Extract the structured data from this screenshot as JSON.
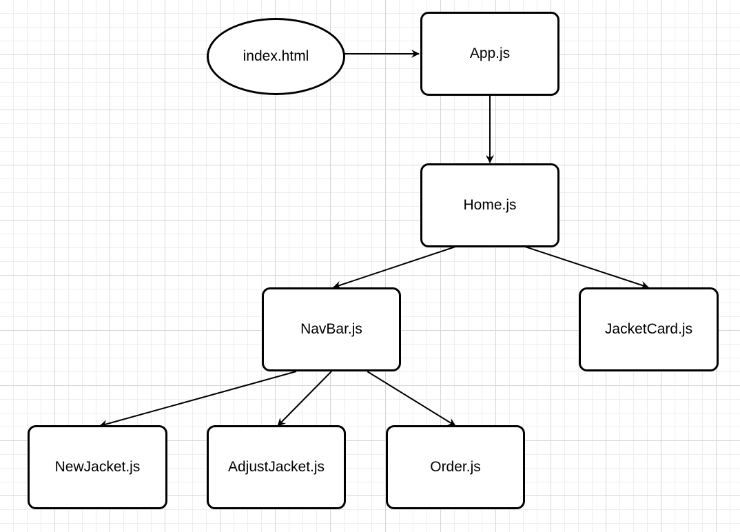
{
  "diagram": {
    "nodes": [
      {
        "id": "index-html",
        "label": "index.html",
        "shape": "ellipse"
      },
      {
        "id": "app-js",
        "label": "App.js",
        "shape": "rounded-rect"
      },
      {
        "id": "home-js",
        "label": "Home.js",
        "shape": "rounded-rect"
      },
      {
        "id": "navbar-js",
        "label": "NavBar.js",
        "shape": "rounded-rect"
      },
      {
        "id": "jacketcard-js",
        "label": "JacketCard.js",
        "shape": "rounded-rect"
      },
      {
        "id": "newjacket-js",
        "label": "NewJacket.js",
        "shape": "rounded-rect"
      },
      {
        "id": "adjustjacket-js",
        "label": "AdjustJacket.js",
        "shape": "rounded-rect"
      },
      {
        "id": "order-js",
        "label": "Order.js",
        "shape": "rounded-rect"
      }
    ],
    "edges": [
      {
        "from": "index-html",
        "to": "app-js"
      },
      {
        "from": "app-js",
        "to": "home-js"
      },
      {
        "from": "home-js",
        "to": "navbar-js"
      },
      {
        "from": "home-js",
        "to": "jacketcard-js"
      },
      {
        "from": "navbar-js",
        "to": "newjacket-js"
      },
      {
        "from": "navbar-js",
        "to": "adjustjacket-js"
      },
      {
        "from": "navbar-js",
        "to": "order-js"
      }
    ],
    "colors": {
      "stroke": "#000000",
      "fill": "#ffffff",
      "grid": "#d6d6d6"
    }
  }
}
